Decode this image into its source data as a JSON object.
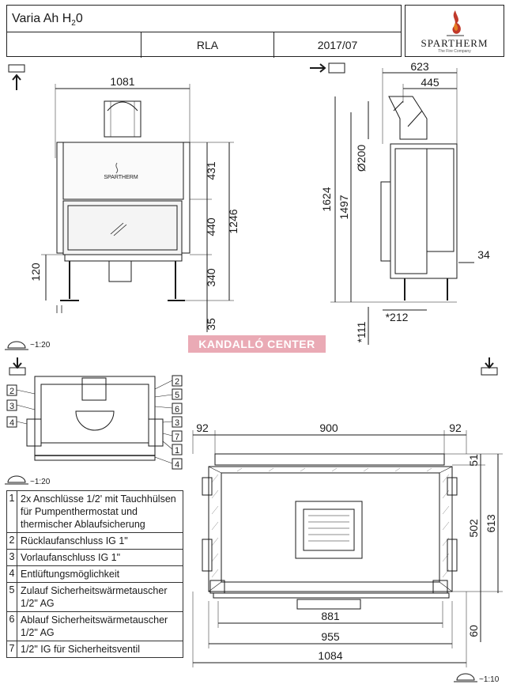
{
  "title_block": {
    "product": "Varia Ah H",
    "product_sub": "2",
    "product_suffix": "0",
    "variant": "RLA",
    "date": "2017/07",
    "brand": "SPARTHERM",
    "brand_sub": "The Fire Company"
  },
  "watermark": "KANDALLÓ CENTER",
  "scales": {
    "front_side": "~1:20",
    "top_view": "~1:20",
    "section": "~1:10"
  },
  "front_view": {
    "width": "1081",
    "heights": [
      "431",
      "440",
      "340",
      "35"
    ],
    "total_height": "1246",
    "leg": "120",
    "logo": "SPARTHERM"
  },
  "side_view": {
    "depth": "623",
    "inner_depth": "445",
    "flue_diameter": "Ø200",
    "total_height": "1624",
    "height_2": "1497",
    "offset": "34",
    "bottom_depth": "*212",
    "bottom_height": "*111"
  },
  "top_view_labels": [
    "2",
    "3",
    "4",
    "2",
    "5",
    "6",
    "3",
    "7",
    "1",
    "4"
  ],
  "section_view": {
    "top_dims": [
      "92",
      "900",
      "92"
    ],
    "right_dims": [
      "51",
      "502",
      "613",
      "60"
    ],
    "bottom_dims": [
      "881",
      "955",
      "1084"
    ]
  },
  "legend": [
    {
      "num": "1",
      "text": "2x Anschlüsse 1/2' mit Tauchhülsen für Pumpenthermostat und thermischer Ablaufsicherung"
    },
    {
      "num": "2",
      "text": "Rücklaufanschluss IG 1\""
    },
    {
      "num": "3",
      "text": "Vorlaufanschluss IG 1\""
    },
    {
      "num": "4",
      "text": "Entlüftungsmöglichkeit"
    },
    {
      "num": "5",
      "text": "Zulauf Sicherheitswärmetauscher 1/2\" AG"
    },
    {
      "num": "6",
      "text": "Ablauf Sicherheitswärmetauscher 1/2\" AG"
    },
    {
      "num": "7",
      "text": "1/2\" IG für Sicherheitsventil"
    }
  ],
  "colors": {
    "line": "#1a1a1a",
    "brand_red": "#c0392b",
    "watermark_bg": "#e8a1ae",
    "glass": "#f4f4f4"
  }
}
